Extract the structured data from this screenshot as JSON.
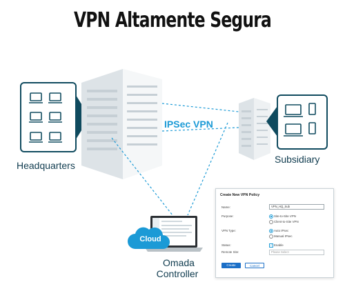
{
  "title": "VPN Altamente Segura",
  "diagram": {
    "tunnel_label": "IPSec VPN",
    "headquarters_label": "Headquarters",
    "subsidiary_label": "Subsidiary",
    "cloud_label": "Cloud",
    "controller_label_line1": "Omada",
    "controller_label_line2": "Controller"
  },
  "dialog": {
    "title": "Create New VPN Policy",
    "name_label": "Name:",
    "name_value": "VPN_HQ_Sub",
    "purpose_label": "Purpose:",
    "purpose_options": [
      "Site-to-Site VPN",
      "Client-to-Site VPN"
    ],
    "vpn_type_label": "VPN Type:",
    "vpn_type_options": [
      "Auto IPsec",
      "Manual IPsec"
    ],
    "status_label": "Status:",
    "status_value": "Enable",
    "remote_site_label": "Remote Site:",
    "remote_site_placeholder": "Please Select",
    "create_button": "Create",
    "cancel_button": "Cancel"
  },
  "colors": {
    "panel_dark": "#0f4a5e",
    "accent_blue": "#1b9ad6",
    "button_blue": "#1b6fc7",
    "text_dark": "#0f3b4e"
  }
}
